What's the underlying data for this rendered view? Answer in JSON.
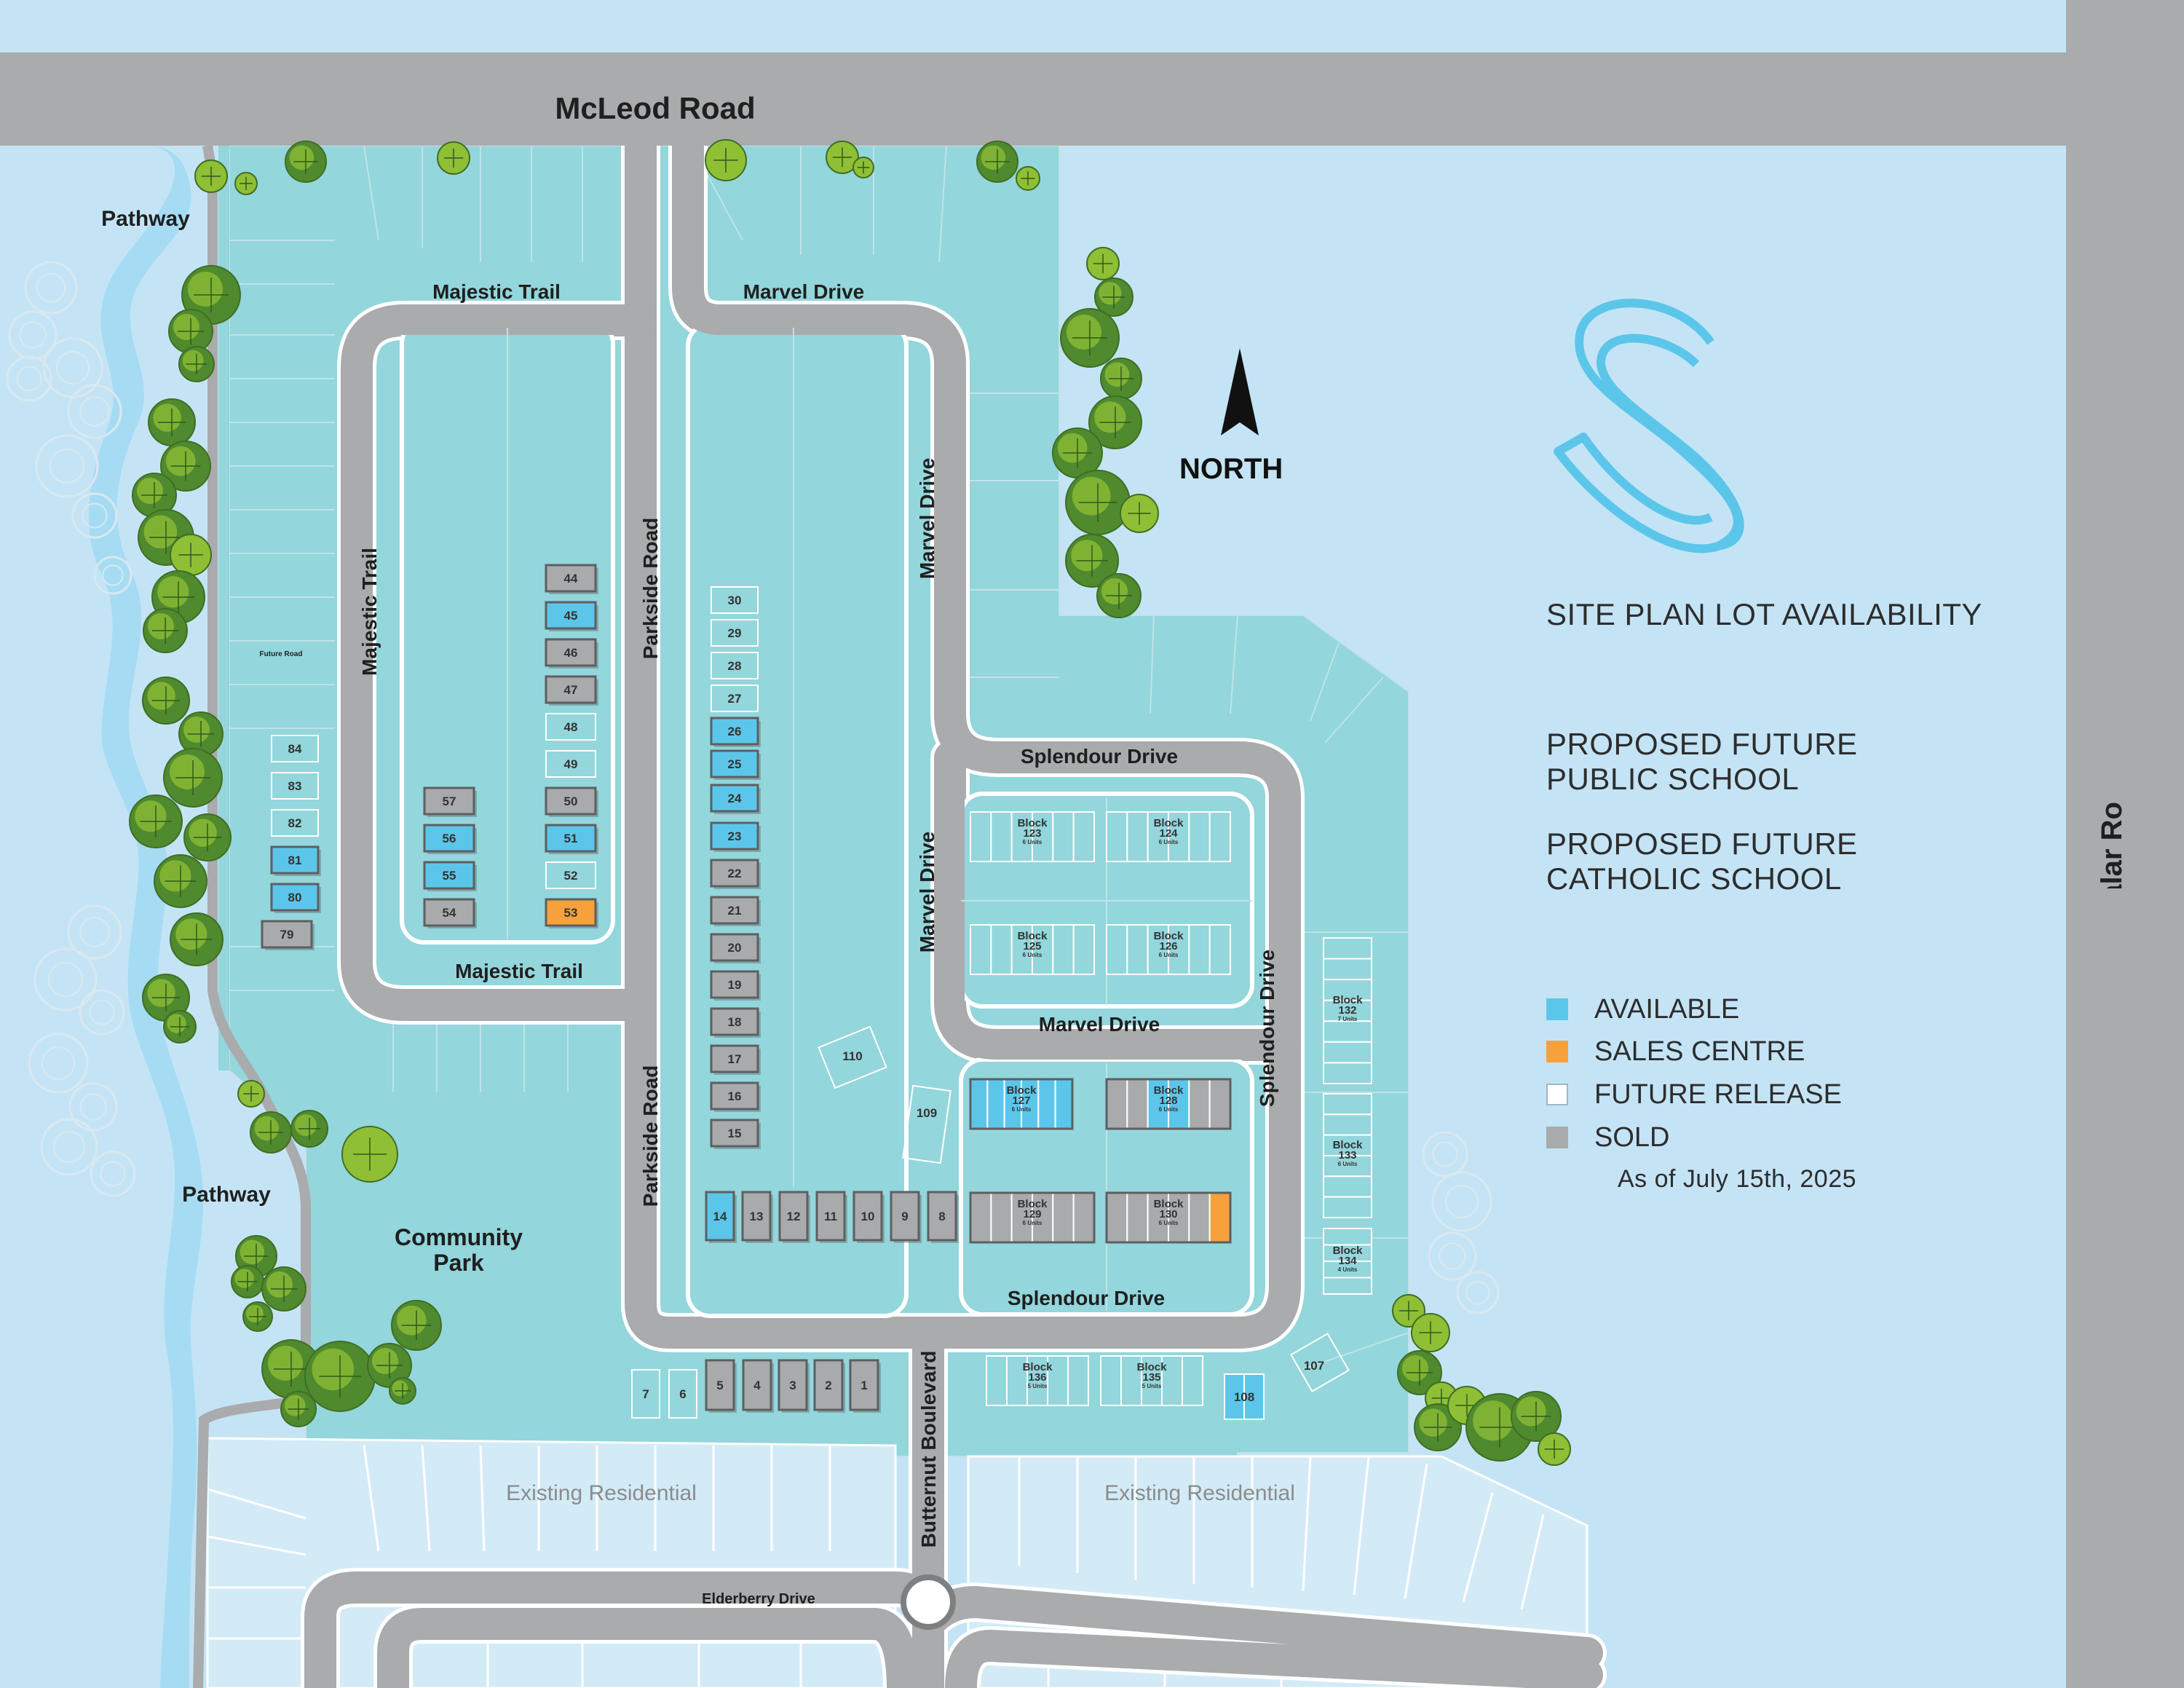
{
  "colors": {
    "water_bg": "#c4e4f6",
    "site": "#93d6dc",
    "road": "#a9abad",
    "road_edge": "#ffffff",
    "available": "#5cc6ea",
    "sales_centre": "#f6a13c",
    "future_release": "#ffffff",
    "sold": "#a8aaac",
    "river": "#a6dcf3",
    "tree_green": "#8fbf35",
    "tree_dark": "#4f8a2e",
    "tree_outline": "#d9e8ef"
  },
  "roads": {
    "mcleod": "McLeod Road",
    "kalar": "Kalar Road",
    "majestic_trail_top": "Majestic Trail",
    "majestic_trail_side": "Majestic Trail",
    "majestic_trail_bottom": "Majestic Trail",
    "marvel_top": "Marvel Drive",
    "marvel_side": "Marvel Drive",
    "marvel_inner": "Marvel Drive",
    "marvel_lower": "Marvel Drive",
    "parkside_upper": "Parkside Road",
    "parkside_lower": "Parkside Road",
    "splendour_top": "Splendour Drive",
    "splendour_side": "Splendour Drive",
    "splendour_bottom": "Splendour Drive",
    "butternut": "Butternut Boulevard",
    "elderberry": "Elderberry Drive",
    "future_road": "Future Road"
  },
  "places": {
    "pathway_top": "Pathway",
    "pathway_bottom": "Pathway",
    "community_park_line1": "Community",
    "community_park_line2": "Park",
    "existing_residential_left": "Existing Residential",
    "existing_residential_right": "Existing Residential"
  },
  "compass": {
    "label": "NORTH"
  },
  "panel": {
    "title": "SITE PLAN LOT AVAILABILITY",
    "school_public": [
      "PROPOSED FUTURE",
      "PUBLIC SCHOOL"
    ],
    "school_catholic": [
      "PROPOSED FUTURE",
      "CATHOLIC SCHOOL"
    ],
    "legend": [
      {
        "key": "available",
        "label": "AVAILABLE"
      },
      {
        "key": "sales_centre",
        "label": "SALES CENTRE"
      },
      {
        "key": "future_release",
        "label": "FUTURE RELEASE"
      },
      {
        "key": "sold",
        "label": "SOLD"
      }
    ],
    "as_of": "As of July 15th, 2025"
  },
  "lots": [
    {
      "id": "44",
      "status": "sold"
    },
    {
      "id": "45",
      "status": "available"
    },
    {
      "id": "46",
      "status": "sold"
    },
    {
      "id": "47",
      "status": "sold"
    },
    {
      "id": "48",
      "status": "future_release"
    },
    {
      "id": "49",
      "status": "future_release"
    },
    {
      "id": "50",
      "status": "sold"
    },
    {
      "id": "51",
      "status": "available"
    },
    {
      "id": "52",
      "status": "future_release"
    },
    {
      "id": "53",
      "status": "sales_centre"
    },
    {
      "id": "54",
      "status": "sold"
    },
    {
      "id": "55",
      "status": "available"
    },
    {
      "id": "56",
      "status": "available"
    },
    {
      "id": "57",
      "status": "sold"
    },
    {
      "id": "84",
      "status": "future_release"
    },
    {
      "id": "83",
      "status": "future_release"
    },
    {
      "id": "82",
      "status": "future_release"
    },
    {
      "id": "81",
      "status": "available"
    },
    {
      "id": "80",
      "status": "available"
    },
    {
      "id": "79",
      "status": "sold"
    },
    {
      "id": "30",
      "status": "future_release"
    },
    {
      "id": "29",
      "status": "future_release"
    },
    {
      "id": "28",
      "status": "future_release"
    },
    {
      "id": "27",
      "status": "future_release"
    },
    {
      "id": "26",
      "status": "available"
    },
    {
      "id": "25",
      "status": "available"
    },
    {
      "id": "24",
      "status": "available"
    },
    {
      "id": "23",
      "status": "available"
    },
    {
      "id": "22",
      "status": "sold"
    },
    {
      "id": "21",
      "status": "sold"
    },
    {
      "id": "20",
      "status": "sold"
    },
    {
      "id": "19",
      "status": "sold"
    },
    {
      "id": "18",
      "status": "sold"
    },
    {
      "id": "17",
      "status": "sold"
    },
    {
      "id": "16",
      "status": "sold"
    },
    {
      "id": "15",
      "status": "sold"
    },
    {
      "id": "14",
      "status": "available"
    },
    {
      "id": "13",
      "status": "sold"
    },
    {
      "id": "12",
      "status": "sold"
    },
    {
      "id": "11",
      "status": "sold"
    },
    {
      "id": "10",
      "status": "sold"
    },
    {
      "id": "9",
      "status": "sold"
    },
    {
      "id": "8",
      "status": "sold"
    },
    {
      "id": "7",
      "status": "future_release"
    },
    {
      "id": "6",
      "status": "future_release"
    },
    {
      "id": "5",
      "status": "sold"
    },
    {
      "id": "4",
      "status": "sold"
    },
    {
      "id": "3",
      "status": "sold"
    },
    {
      "id": "2",
      "status": "sold"
    },
    {
      "id": "1",
      "status": "sold"
    },
    {
      "id": "108",
      "status": "available"
    },
    {
      "id": "107",
      "status": "future_release"
    },
    {
      "id": "109",
      "status": "future_release"
    },
    {
      "id": "110",
      "status": "future_release"
    }
  ],
  "blocks": [
    {
      "id": "123",
      "label": "Block",
      "units": "6 Units",
      "status": "future_release"
    },
    {
      "id": "124",
      "label": "Block",
      "units": "6 Units",
      "status": "future_release"
    },
    {
      "id": "125",
      "label": "Block",
      "units": "6 Units",
      "status": "future_release"
    },
    {
      "id": "126",
      "label": "Block",
      "units": "6 Units",
      "status": "future_release"
    },
    {
      "id": "127",
      "label": "Block",
      "units": "6 Units",
      "status": "available"
    },
    {
      "id": "128",
      "label": "Block",
      "units": "6 Units",
      "status": "mixed_128"
    },
    {
      "id": "129",
      "label": "Block",
      "units": "6 Units",
      "status": "sold"
    },
    {
      "id": "130",
      "label": "Block",
      "units": "6 Units",
      "status": "mixed_130"
    },
    {
      "id": "132",
      "label": "Block",
      "units": "7 Units",
      "status": "future_release"
    },
    {
      "id": "133",
      "label": "Block",
      "units": "6 Units",
      "status": "future_release"
    },
    {
      "id": "134",
      "label": "Block",
      "units": "4 Units",
      "status": "future_release"
    },
    {
      "id": "135",
      "label": "Block",
      "units": "5 Units",
      "status": "future_release"
    },
    {
      "id": "136",
      "label": "Block",
      "units": "5 Units",
      "status": "future_release"
    }
  ]
}
